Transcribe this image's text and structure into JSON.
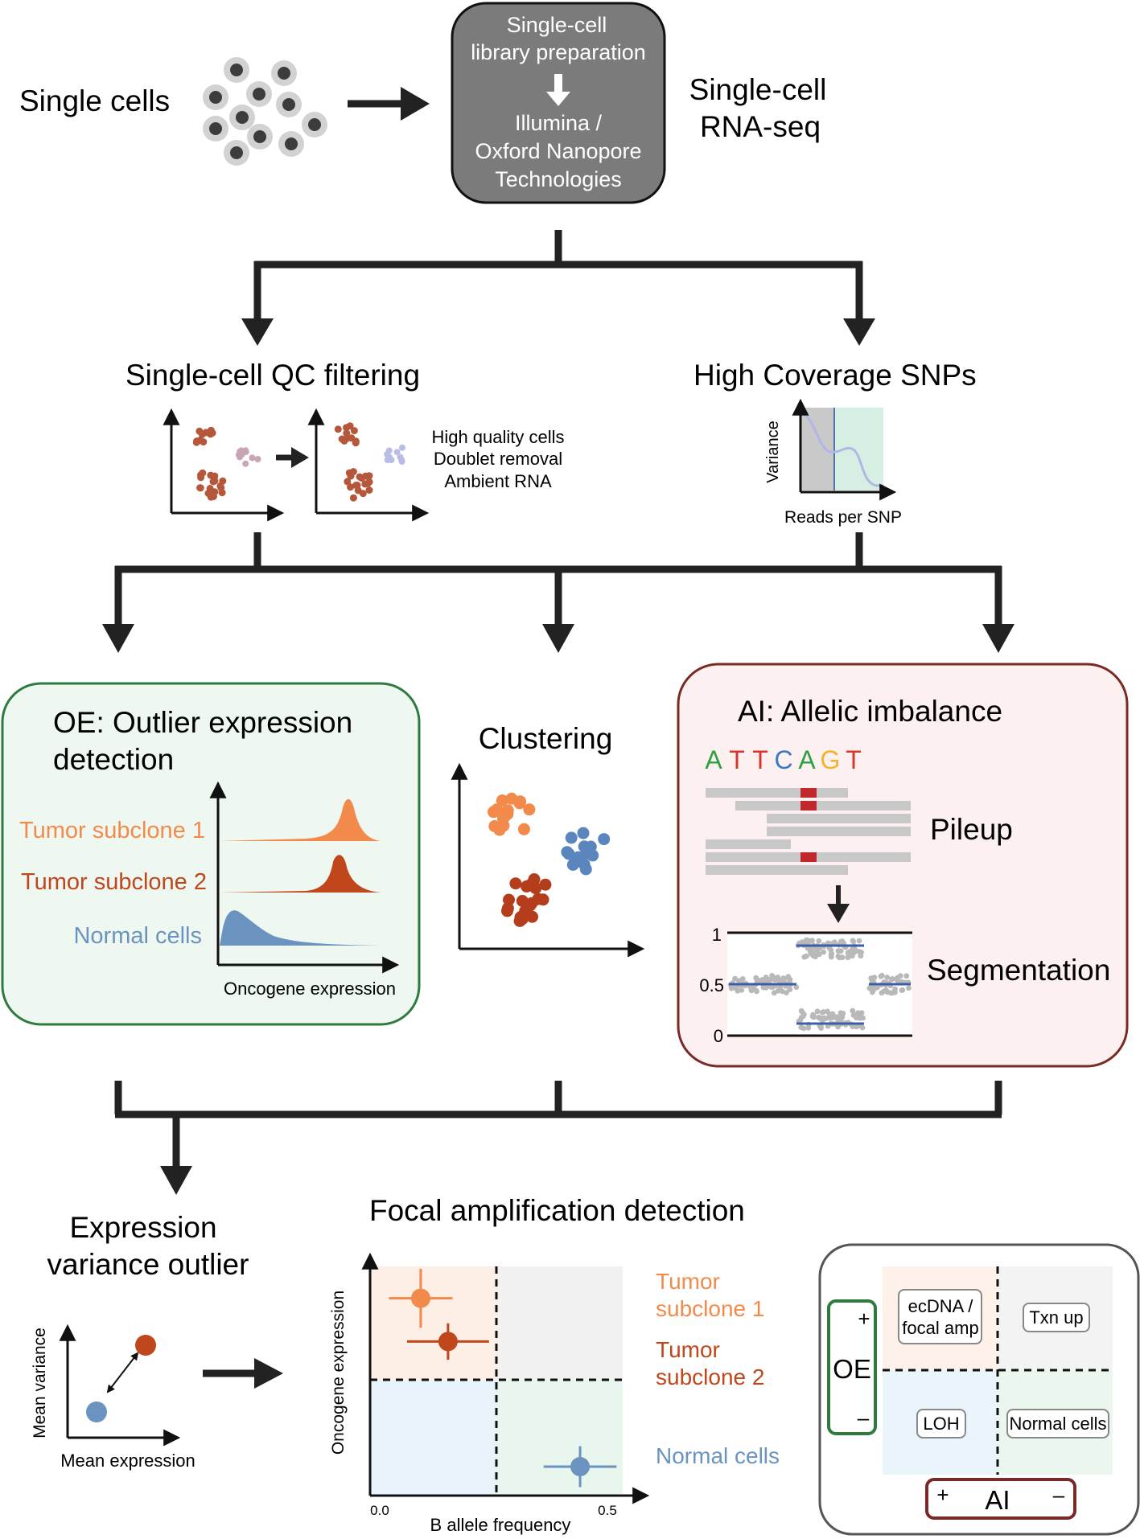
{
  "top": {
    "single_cells": "Single cells",
    "library_box": {
      "line1": "Single-cell",
      "line2": "library preparation",
      "line3": "Illumina /",
      "line4": "Oxford Nanopore",
      "line5": "Technologies"
    },
    "rnaseq_line1": "Single-cell",
    "rnaseq_line2": "RNA-seq"
  },
  "qc": {
    "title": "Single-cell QC filtering",
    "notes": [
      "High quality cells",
      "Doublet removal",
      "Ambient RNA"
    ]
  },
  "snp": {
    "title": "High Coverage SNPs",
    "ylabel": "Variance",
    "xlabel": "Reads per SNP"
  },
  "oe": {
    "title_line1": "OE: Outlier expression",
    "title_line2": "detection",
    "rows": [
      {
        "label": "Tumor subclone 1",
        "color": "#f28a4c"
      },
      {
        "label": "Tumor subclone 2",
        "color": "#c0461c"
      },
      {
        "label": "Normal cells",
        "color": "#6a93c0"
      }
    ],
    "xlabel": "Oncogene expression",
    "border_color": "#2f7a3e",
    "fill_color": "#eef8f0"
  },
  "clustering": {
    "title": "Clustering"
  },
  "ai": {
    "title": "AI: Allelic imbalance",
    "sequence": [
      {
        "base": "A",
        "color": "#2ea043"
      },
      {
        "base": "T",
        "color": "#d9362b"
      },
      {
        "base": "T",
        "color": "#d9362b"
      },
      {
        "base": "C",
        "color": "#3c78c4"
      },
      {
        "base": "A",
        "color": "#2ea043"
      },
      {
        "base": "G",
        "color": "#f0b429"
      },
      {
        "base": "T",
        "color": "#d9362b"
      }
    ],
    "pileup": "Pileup",
    "segmentation": "Segmentation",
    "seg_ticks": [
      "1",
      "0.5",
      "0"
    ],
    "border_color": "#7a2a25",
    "fill_color": "#fdf0f0"
  },
  "evo": {
    "title_line1": "Expression",
    "title_line2": "variance outlier",
    "ylabel": "Mean variance",
    "xlabel": "Mean expression"
  },
  "focal": {
    "title": "Focal amplification detection",
    "ylabel": "Oncogene expression",
    "xlabel": "B allele frequency",
    "x_ticks": [
      "0.0",
      "0.5"
    ],
    "legend": [
      {
        "line1": "Tumor",
        "line2": "subclone 1",
        "color": "#f28a4c"
      },
      {
        "line1": "Tumor",
        "line2": "subclone 2",
        "color": "#c0461c"
      },
      {
        "line1": "Normal cells",
        "line2": "",
        "color": "#6a93c0"
      }
    ],
    "points": [
      {
        "name": "Tumor subclone 1",
        "baf": 0.09,
        "expr_level": 0.86,
        "baf_err": 0.07,
        "expr_err": 0.13
      },
      {
        "name": "Tumor subclone 2",
        "baf": 0.15,
        "expr_level": 0.67,
        "baf_err": 0.09,
        "expr_err": 0.08
      },
      {
        "name": "Normal cells",
        "baf": 0.44,
        "expr_level": 0.12,
        "baf_err": 0.08,
        "expr_err": 0.09
      }
    ]
  },
  "quadrant": {
    "cells": [
      "ecDNA /",
      "focal amp",
      "Txn up",
      "LOH",
      "Normal cells"
    ],
    "oe_label": "OE",
    "oe_plus": "+",
    "oe_minus": "–",
    "ai_label": "AI",
    "ai_plus": "+",
    "ai_minus": "–"
  }
}
